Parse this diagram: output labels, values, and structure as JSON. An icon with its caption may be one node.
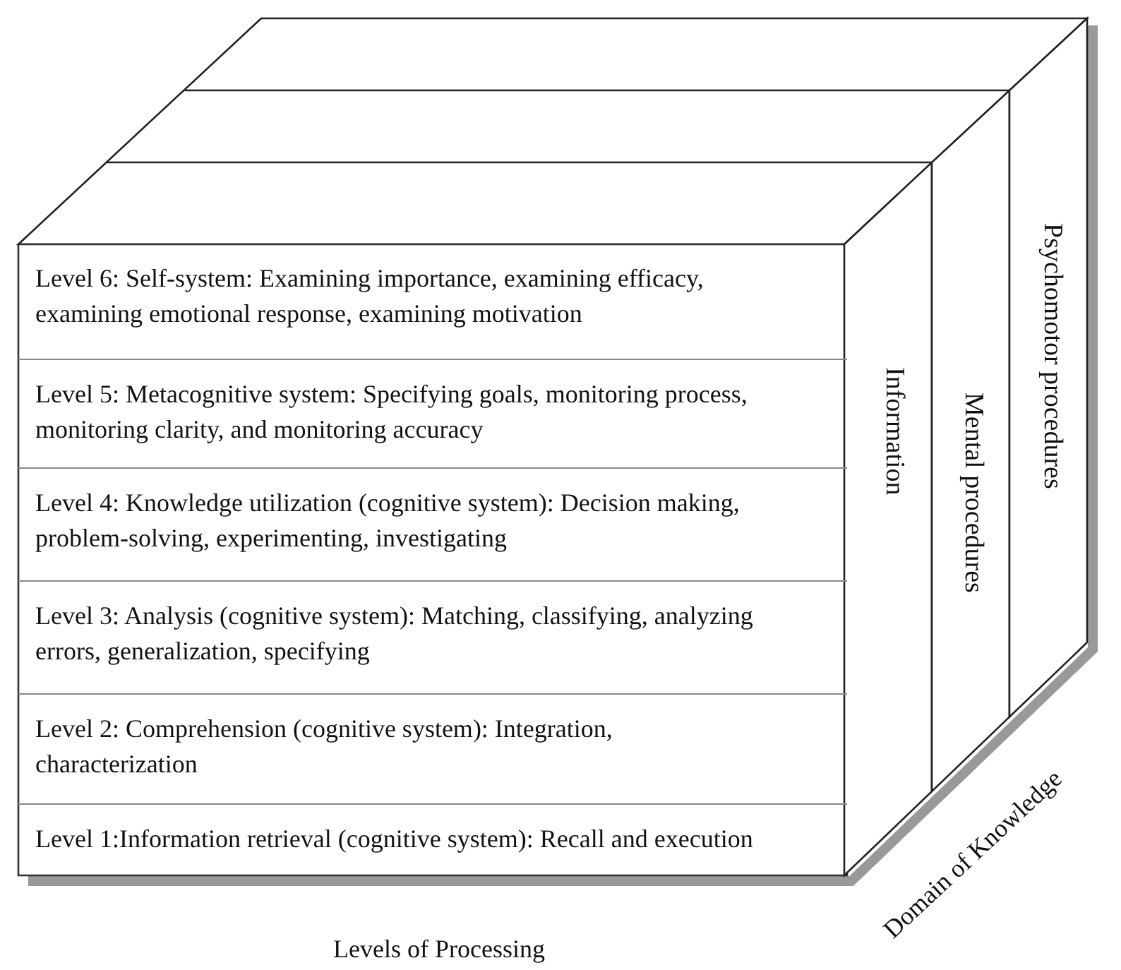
{
  "diagram": {
    "nodes": [
      {
        "text": [
          "Level 6: Self-system: Examining importance, examining efficacy, examining emotional response, examining motivation"
        ]
      },
      {
        "text": [
          "Level 5: Metacognitive system: Specifying goals, monitoring process, monitoring clarity, and monitoring accuracy"
        ]
      },
      {
        "text": [
          "Level 4:  Knowledge utilization (cognitive system): Decision making, problem-solving, experimenting, investigating"
        ]
      },
      {
        "text": [
          "Level 3:  Analysis (cognitive system): Matching, classifying, analyzing errors, generalization, specifying"
        ]
      },
      {
        "text": [
          "Level 2:  Comprehension (cognitive system): Integration, characterization"
        ]
      },
      {
        "text": [
          "Level 1:Information retrieval (cognitive system): Recall and execution"
        ]
      },
      {
        "text": [
          "Information"
        ]
      },
      {
        "text": [
          "Mental procedures"
        ]
      },
      {
        "text": [
          "Psychomotor procedures"
        ]
      }
    ],
    "labels": [
      "Levels of Processing",
      "Domain of Knowledge"
    ]
  }
}
